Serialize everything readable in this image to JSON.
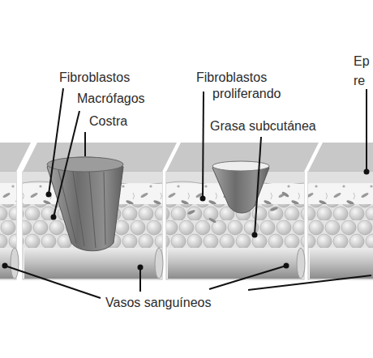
{
  "diagram": {
    "labels": [
      "Fibroblastos",
      "Macrófagos",
      "Costra",
      "Fibroblastos proliferando",
      "Grasa subcutánea",
      "Vasos sanguíneos",
      "Ep re"
    ]
  }
}
